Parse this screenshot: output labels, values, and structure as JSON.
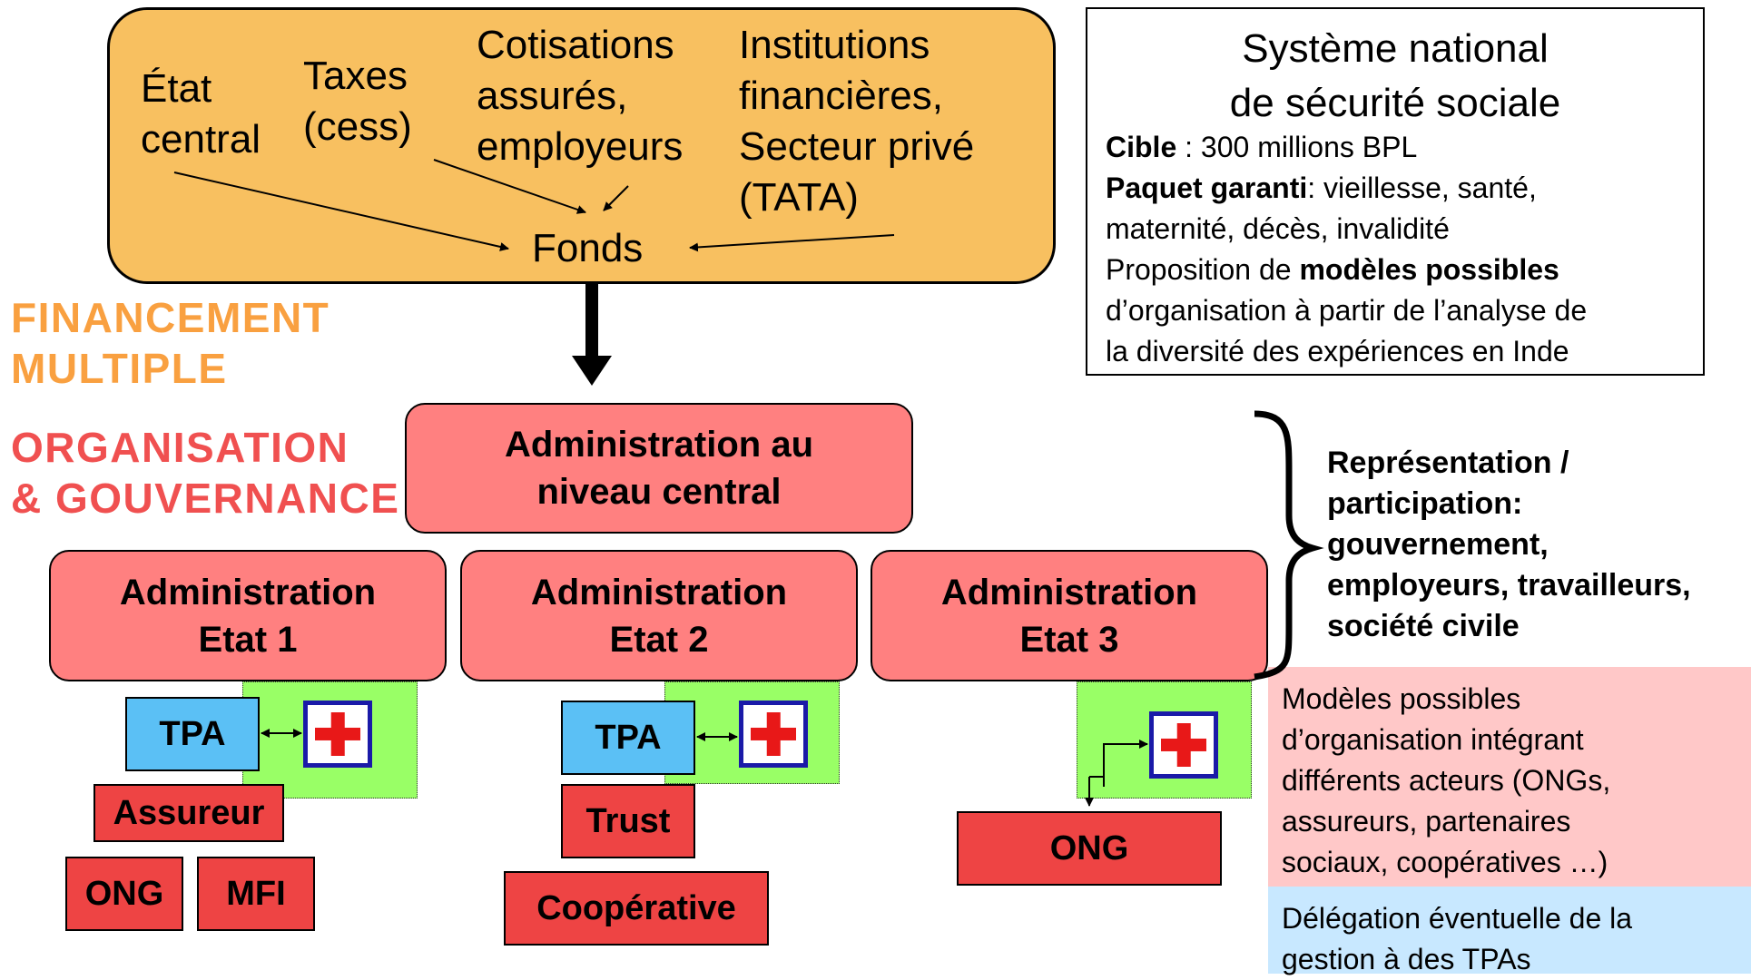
{
  "funding": {
    "etat": [
      "État",
      "central"
    ],
    "taxes": [
      "Taxes",
      "(cess)"
    ],
    "cotisations": [
      "Cotisations",
      "assurés,",
      "employeurs"
    ],
    "institutions": [
      "Institutions",
      "financières,",
      "Secteur privé",
      "(TATA)"
    ],
    "fonds": "Fonds"
  },
  "system": {
    "title": [
      "Système national",
      "de sécurité sociale"
    ],
    "cible_label": "Cible",
    "cible_value": " : 300 millions BPL",
    "paquet_label": "Paquet garanti",
    "paquet_value": ": vieillesse, santé,",
    "paquet_value2": "maternité, décès, invalidité",
    "proposition_pre": "Proposition de ",
    "proposition_bold": "modèles possibles",
    "proposition_line2": "d’organisation à partir de l’analyse de",
    "proposition_line3": "la diversité des expériences en Inde"
  },
  "sections": {
    "financement": [
      "FINANCEMENT",
      "MULTIPLE"
    ],
    "organisation": [
      "ORGANISATION",
      "& GOUVERNANCE"
    ]
  },
  "central": [
    "Administration au",
    "niveau central"
  ],
  "states": [
    {
      "name": [
        "Administration",
        "Etat 1"
      ]
    },
    {
      "name": [
        "Administration",
        "Etat 2"
      ]
    },
    {
      "name": [
        "Administration",
        "Etat 3"
      ]
    }
  ],
  "actors": {
    "tpa": "TPA",
    "assureur": "Assureur",
    "ong": "ONG",
    "mfi": "MFI",
    "trust": "Trust",
    "cooperative": "Coopérative"
  },
  "representation": [
    "Représentation /",
    "participation:",
    "gouvernement,",
    "employeurs, travailleurs,",
    "société civile"
  ],
  "models_note": [
    "Modèles possibles",
    "d’organisation intégrant",
    "différents acteurs (ONGs,",
    "assureurs, partenaires",
    "sociaux, coopératives …)"
  ],
  "delegation_note": [
    "Délégation éventuelle de la",
    "gestion à des TPAs"
  ],
  "colors": {
    "funding_fill": "#F8C060",
    "admin_fill": "#FF8080",
    "green_fill": "#99FF66",
    "tpa_fill": "#5BC0F5",
    "actor_fill": "#EE4444",
    "financement_label": "#F9A040",
    "organisation_label": "#F05050"
  },
  "icons": [
    "red-cross-icon"
  ]
}
